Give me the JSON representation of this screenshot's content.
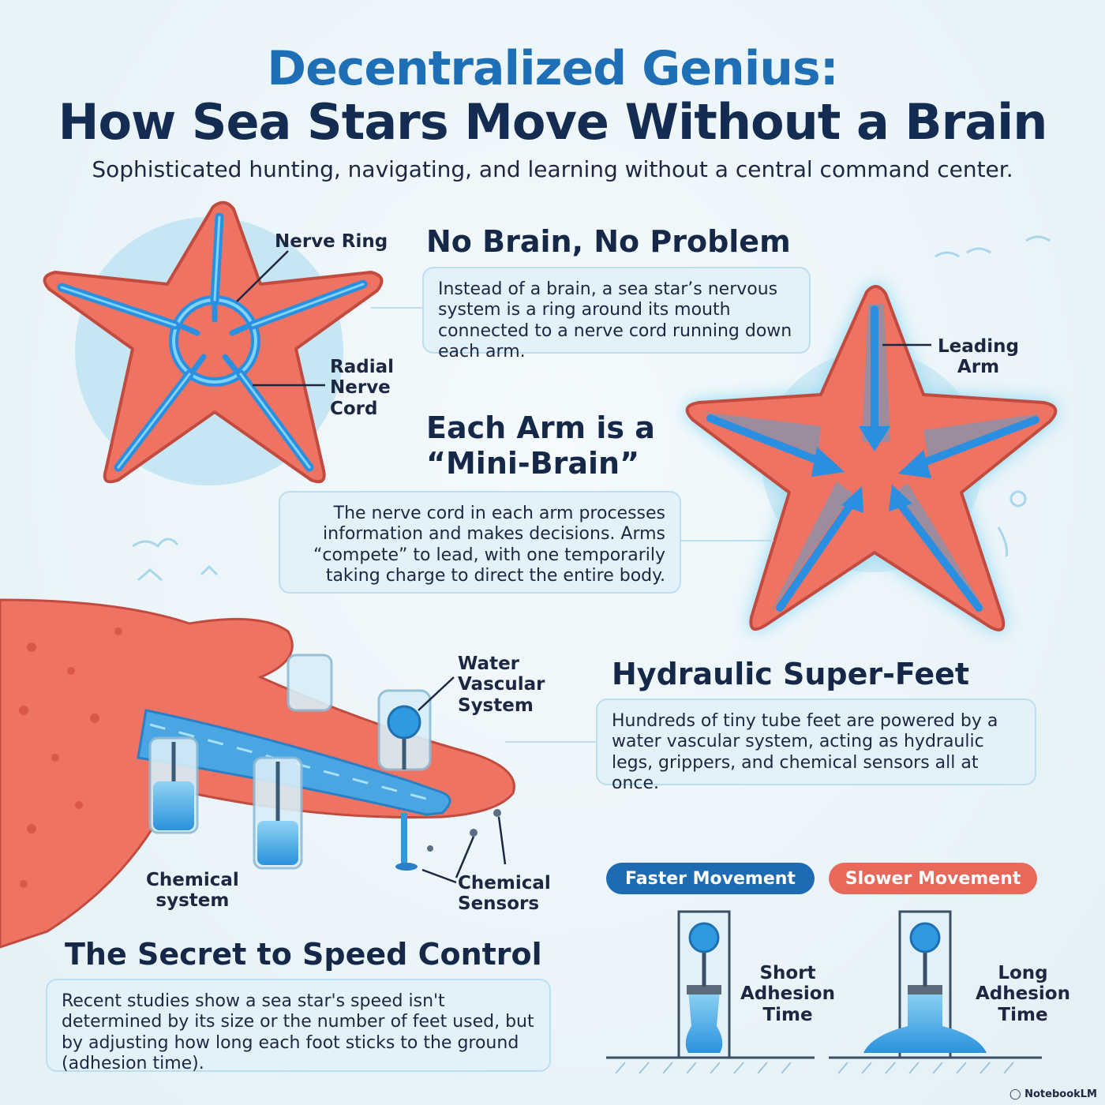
{
  "header": {
    "title_line1": "Decentralized Genius:",
    "title_line2": "How Sea Stars Move Without a Brain",
    "subtitle": "Sophisticated hunting, navigating, and learning without a central command center."
  },
  "sections": {
    "no_brain": {
      "heading": "No Brain, No Problem",
      "text": "Instead of a brain, a sea star’s nervous system is a ring around its mouth connected to a nerve cord running down each arm."
    },
    "mini_brain": {
      "heading_line1": "Each Arm is a",
      "heading_line2": "“Mini-Brain”",
      "text": "The nerve cord in each arm processes information and makes decisions. Arms “compete” to lead, with one temporarily taking charge to direct the entire body."
    },
    "super_feet": {
      "heading": "Hydraulic Super-Feet",
      "text": "Hundreds of tiny tube feet are powered by a water vascular system, acting as hydraulic legs, grippers, and chemical sensors all at once."
    },
    "speed": {
      "heading": "The Secret to Speed Control",
      "text": "Recent studies show a sea star's speed isn't determined by its size or the number of feet used, but by adjusting how long each foot sticks to the ground (adhesion time)."
    }
  },
  "labels": {
    "nerve_ring": "Nerve Ring",
    "radial_nerve_cord": [
      "Radial",
      "Nerve",
      "Cord"
    ],
    "leading_arm": [
      "Leading",
      "Arm"
    ],
    "water_vascular": [
      "Water",
      "Vascular",
      "System"
    ],
    "chemical_system": [
      "Chemical",
      "system"
    ],
    "chemical_sensors": [
      "Chemical",
      "Sensors"
    ],
    "short_adhesion": [
      "Short",
      "Adhesion",
      "Time"
    ],
    "long_adhesion": [
      "Long",
      "Adhesion",
      "Time"
    ]
  },
  "pills": {
    "faster": "Faster Movement",
    "slower": "Slower Movement"
  },
  "credit": "NotebookLM",
  "colors": {
    "coral": "#e8685a",
    "nerve_blue": "#2a8fe0",
    "title_blue": "#1f6fb6",
    "navy": "#142b52"
  },
  "icons": [
    "notebooklm-logo-icon"
  ]
}
